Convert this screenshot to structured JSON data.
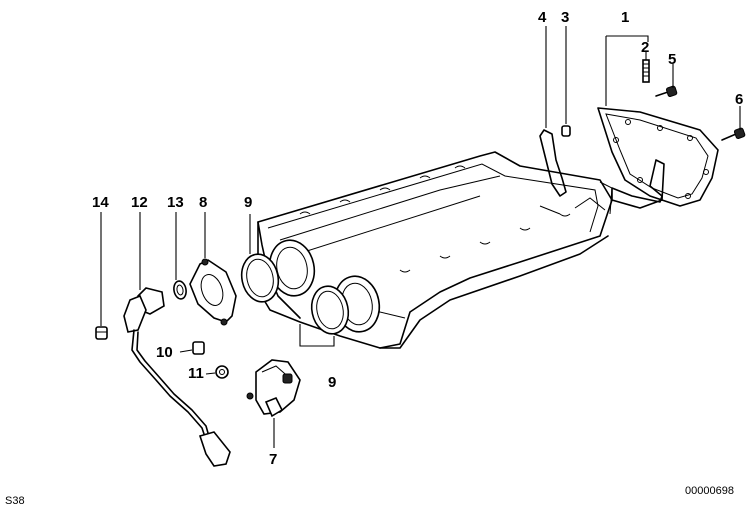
{
  "diagram": {
    "part_numbers": {
      "p1": "1",
      "p2": "2",
      "p3": "3",
      "p4": "4",
      "p5": "5",
      "p6": "6",
      "p7": "7",
      "p8": "8",
      "p9a": "9",
      "p9b": "9",
      "p10": "10",
      "p11": "11",
      "p12": "12",
      "p13": "13",
      "p14": "14"
    },
    "footer_left": "S38",
    "footer_right": "00000698"
  }
}
